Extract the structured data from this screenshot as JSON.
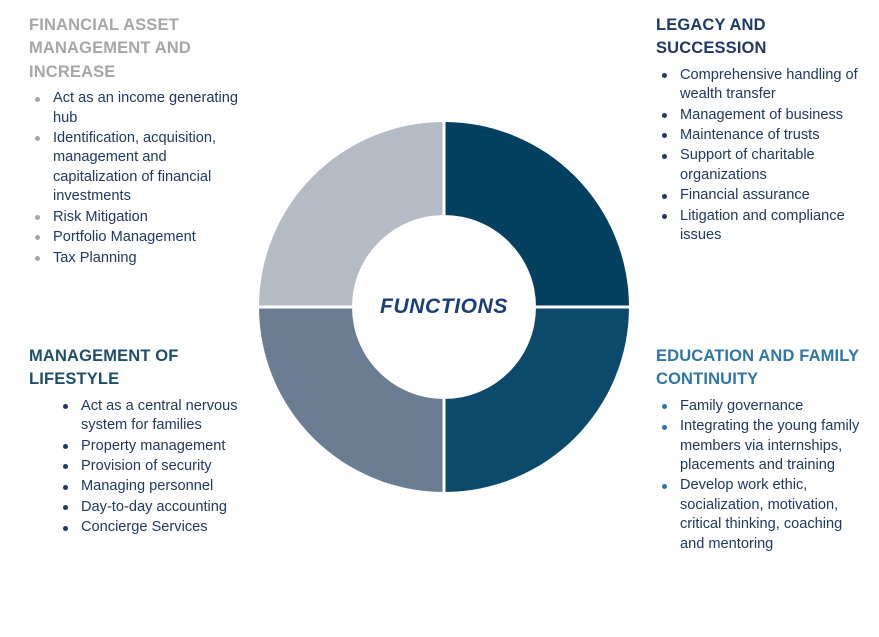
{
  "diagram": {
    "center_label": "FUNCTIONS",
    "colors": {
      "segment_top_right": "#04405f",
      "segment_bottom_right": "#0b4a6b",
      "segment_bottom_left": "#6a7d93",
      "segment_top_left": "#b4bbc4",
      "hole": "#ffffff",
      "separator": "#ffffff",
      "heading_gray": "#a6a6a6",
      "heading_navy": "#1f3864",
      "heading_steel": "#1f4e6b",
      "heading_blue": "#2e75a8",
      "body_navy": "#1f3864",
      "center_text": "#1b3d7a"
    }
  },
  "chart_data": {
    "type": "pie",
    "title": "FUNCTIONS",
    "categories": [
      "Legacy and Succession",
      "Education and Family Continuity",
      "Management of Lifestyle",
      "Financial Asset Management and Increase"
    ],
    "values": [
      25,
      25,
      25,
      25
    ],
    "colors": [
      "#04405f",
      "#0b4a6b",
      "#6a7d93",
      "#b4bbc4"
    ],
    "legend": "none",
    "grid": false,
    "donut_hole_ratio": 0.5,
    "start_angle_deg": 0
  },
  "quadrants": {
    "top_left": {
      "heading": "FINANCIAL ASSET MANAGEMENT AND INCREASE",
      "bullets": [
        "Act as an income generating hub",
        "Identification, acquisition, management and capitalization of financial investments",
        "Risk Mitigation",
        "Portfolio Management",
        "Tax Planning"
      ]
    },
    "top_right": {
      "heading": "LEGACY AND SUCCESSION",
      "bullets": [
        "Comprehensive handling of wealth transfer",
        "Management of business",
        "Maintenance of trusts",
        "Support of charitable organizations",
        "Financial assurance",
        "Litigation and compliance issues"
      ]
    },
    "bottom_left": {
      "heading": "MANAGEMENT OF LIFESTYLE",
      "bullets": [
        "Act as a central nervous system for families",
        "Property management",
        "Provision of security",
        "Managing personnel",
        "Day-to-day accounting",
        "Concierge Services"
      ]
    },
    "bottom_right": {
      "heading": "EDUCATION AND FAMILY CONTINUITY",
      "bullets": [
        "Family governance",
        "Integrating the young family members via internships, placements and training",
        "Develop work ethic, socialization, motivation, critical thinking, coaching and mentoring"
      ]
    }
  }
}
